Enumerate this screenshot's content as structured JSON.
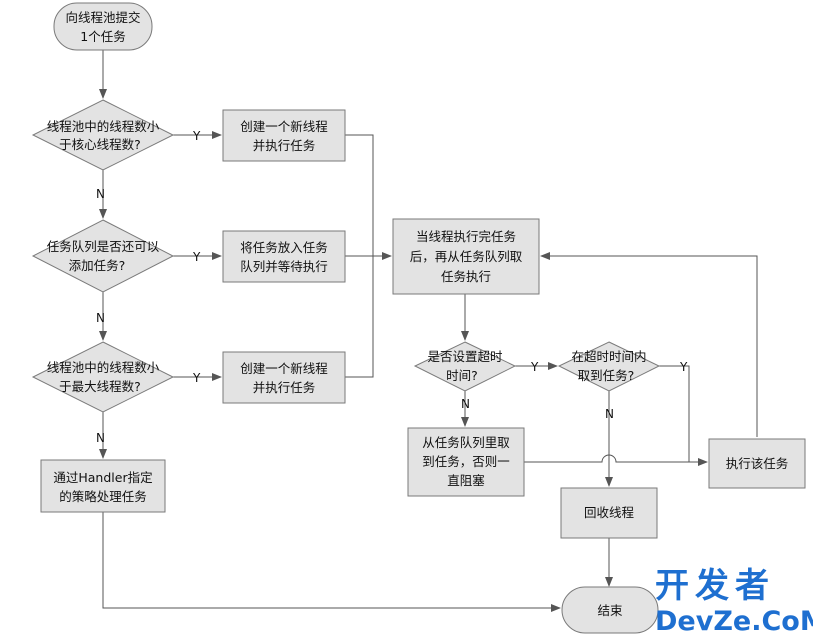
{
  "nodes": {
    "start": [
      "向线程池提交",
      "1个任务"
    ],
    "d_core": [
      "线程池中的线程数小",
      "于核心线程数?"
    ],
    "create_core": [
      "创建一个新线程",
      "并执行任务"
    ],
    "d_queue": [
      "任务队列是否还可以",
      "添加任务?"
    ],
    "enqueue": [
      "将任务放入任务",
      "队列并等待执行"
    ],
    "d_max": [
      "线程池中的线程数小",
      "于最大线程数?"
    ],
    "create_max": [
      "创建一个新线程",
      "并执行任务"
    ],
    "handler": [
      "通过Handler指定",
      "的策略处理任务"
    ],
    "after_exec": [
      "当线程执行完任务",
      "后，再从任务队列取",
      "任务执行"
    ],
    "d_timeout": [
      "是否设置超时",
      "时间?"
    ],
    "d_fetch": [
      "在超时时间内",
      "取到任务?"
    ],
    "blocking": [
      "从任务队列里取",
      "到任务，否则一",
      "直阻塞"
    ],
    "exec_task": [
      "执行该任务"
    ],
    "recycle": [
      "回收线程"
    ],
    "end": [
      "结束"
    ]
  },
  "labels": {
    "yes": "Y",
    "no": "N"
  },
  "watermark": {
    "line1": "开发者",
    "line2": "DevZe.CoM"
  }
}
